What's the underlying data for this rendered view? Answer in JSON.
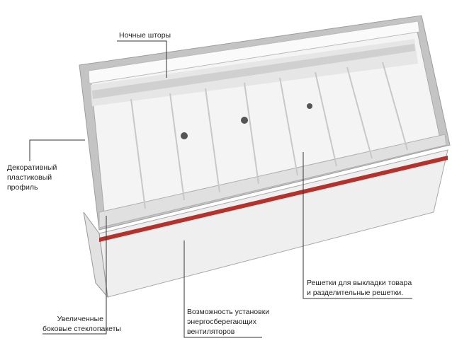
{
  "callouts": {
    "night_curtains": "Ночные шторы",
    "decorative_profile": [
      "Декоративный",
      "пластиковый",
      "профиль"
    ],
    "side_glass": [
      "Увеличенные",
      "боковые стеклопакеты"
    ],
    "fans": [
      "Возможность установки",
      "энергосберегающих",
      "вентиляторов"
    ],
    "grids": [
      "Решетки для выкладки товара",
      "и разделительные решетки."
    ]
  },
  "colors": {
    "frame": "#b9b9b9",
    "body": "#f1f1f1",
    "stripe": "#b5322c",
    "line": "#333333"
  }
}
